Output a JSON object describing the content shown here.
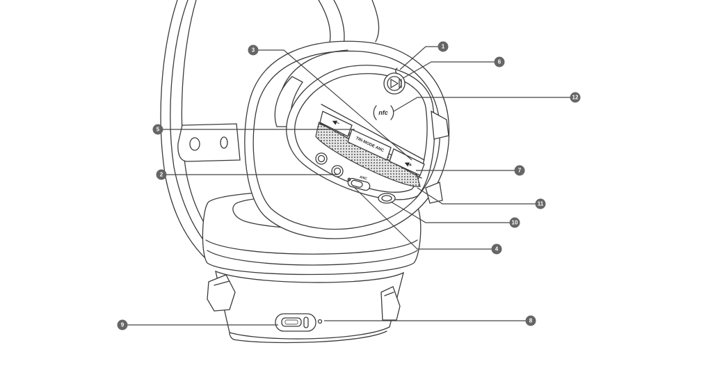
{
  "callouts": {
    "c1": "1",
    "c2": "2",
    "c3": "3",
    "c4": "4",
    "c5": "5",
    "c6": "6",
    "c7": "7",
    "c8": "8",
    "c9": "9",
    "c10": "10",
    "c11": "11",
    "c12": "12"
  },
  "labels": {
    "tri_mode_anc": "TRI-MODE ANC",
    "nfc": "nfc",
    "anc_switch": "ANC",
    "vol_down": "◀−",
    "vol_up": "◀+"
  },
  "colors": {
    "line": "#3a3a3a",
    "callout_fill": "#666666",
    "callout_text": "#ffffff",
    "background": "#ffffff"
  }
}
